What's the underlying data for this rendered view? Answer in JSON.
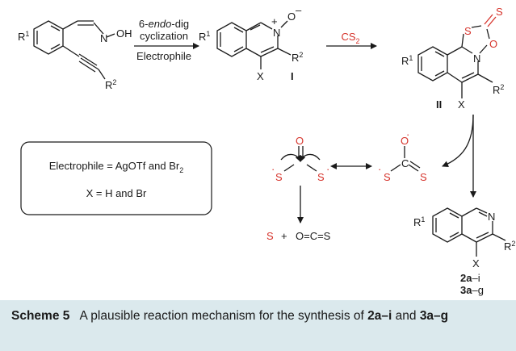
{
  "colors": {
    "heteroatom_red": "#d6342c",
    "caption_bg": "#dbe9ed",
    "text": "#1a1a1a"
  },
  "reaction": {
    "step1_conditions_line1_prefix": "6-",
    "step1_conditions_line1_italic": "endo",
    "step1_conditions_line1_suffix": "-dig",
    "step1_conditions_line2": "cyclization",
    "step1_conditions_line3": "Electrophile",
    "step2_reagent": "CS",
    "step2_reagent_sub": "2",
    "intermediate_1_label": "I",
    "intermediate_2_label": "II",
    "product_label_1_num": "2a",
    "product_label_1_range": "–i",
    "product_label_2_num": "3a",
    "product_label_2_range": "–g"
  },
  "atoms": {
    "R1": "R",
    "R1_sup": "1",
    "R2": "R",
    "R2_sup": "2",
    "N": "N",
    "O": "O",
    "OH": "OH",
    "S": "S",
    "C": "C",
    "X": "X",
    "plus": "+",
    "minus": "–",
    "dot": "·"
  },
  "legend": {
    "line1": "Electrophile = AgOTf and Br",
    "line1_sub": "2",
    "line2": "X = H and Br"
  },
  "byproducts": {
    "plus_sign": "+",
    "cos": "O=C=S"
  },
  "caption": {
    "scheme_label": "Scheme 5",
    "text_1": "A plausible reaction mechanism for the synthesis of ",
    "bold_1": "2a–i",
    "text_2": " and ",
    "bold_2": "3a–g"
  }
}
